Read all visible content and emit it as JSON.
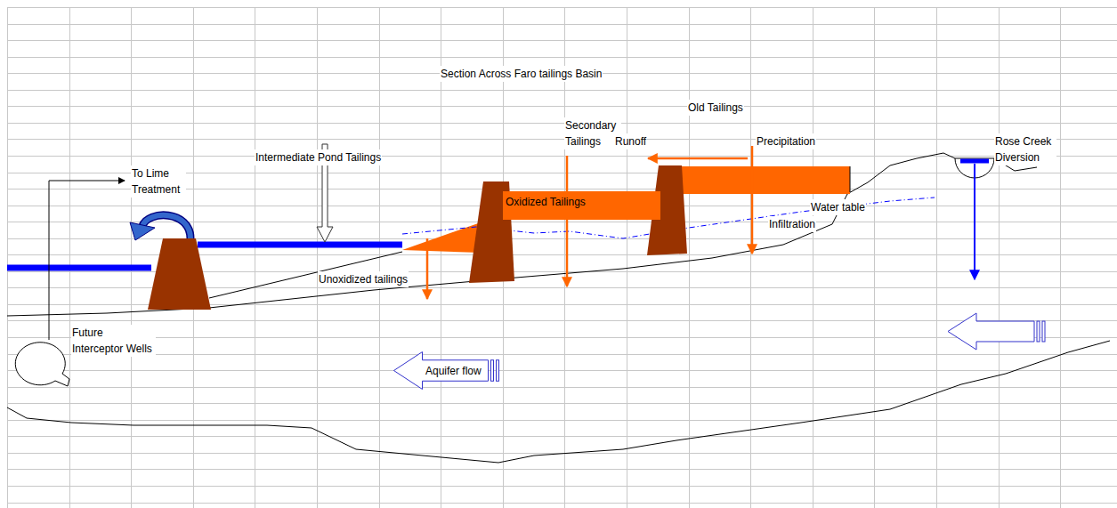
{
  "diagram": {
    "title": "Section Across Faro tailings Basin",
    "nodes": [
      {
        "text": [
          "Oxidized Tailings"
        ]
      },
      {
        "text": [
          "Aquifer flow"
        ]
      }
    ],
    "labels": [
      "Old Tailings",
      "Secondary Tailings",
      "Runoff",
      "Precipitation",
      "Rose Creek Diversion",
      "Intermediate Pond Tailings",
      "To Lime Treatment",
      "Water table",
      "Infiltration",
      "Unoxidized tailings",
      "Future Interceptor Wells"
    ]
  }
}
